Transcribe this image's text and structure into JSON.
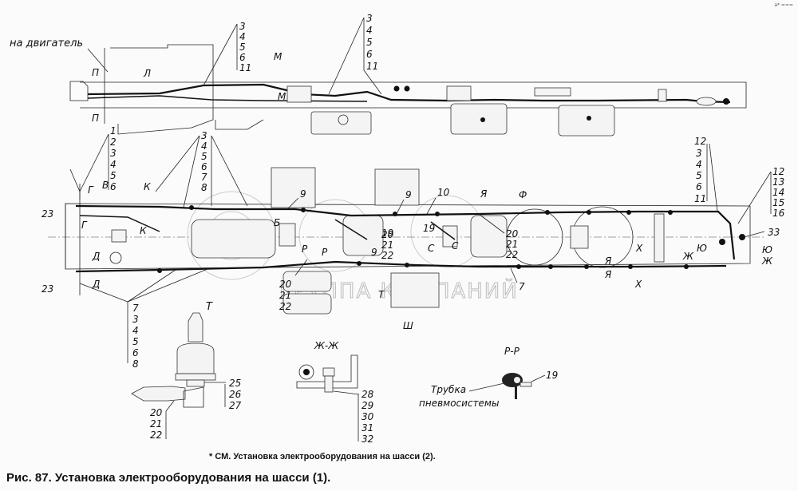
{
  "figure": {
    "caption": "Рис. 87. Установка электрооборудования на шасси (1).",
    "footnote": "* СМ. Установка электрооборудования на шасси (2).",
    "watermark": "ГРУППА КОМПАНИЙ",
    "corner_mark": "a* ==="
  },
  "top_view": {
    "engine_label": "на двигатель",
    "section_labels": [
      "П",
      "П",
      "Л",
      "М",
      "М"
    ],
    "callout_groups": [
      {
        "items": [
          "3",
          "4",
          "5",
          "6",
          "11"
        ]
      },
      {
        "items": [
          "3",
          "4",
          "5",
          "6",
          "11"
        ]
      }
    ]
  },
  "plan_view": {
    "left_numbers": [
      "23",
      "23"
    ],
    "callout_group_front": [
      "1",
      "2",
      "3",
      "4",
      "5",
      "6"
    ],
    "callout_group_mid": [
      "3",
      "4",
      "5",
      "6",
      "7",
      "8"
    ],
    "callout_group_bottom": [
      "7",
      "3",
      "4",
      "5",
      "6",
      "8"
    ],
    "callout_group_rear": [
      "12",
      "3",
      "4",
      "5",
      "6",
      "11"
    ],
    "callout_group_tail": [
      "12",
      "13",
      "14",
      "15",
      "16"
    ],
    "callout_group_left_low": [
      "20",
      "21",
      "22"
    ],
    "callout_group_center": [
      "20",
      "21",
      "22"
    ],
    "callout_group_right": [
      "20",
      "21",
      "22"
    ],
    "single_numbers": [
      "9",
      "9",
      "9",
      "10",
      "19",
      "19",
      "7",
      "33"
    ],
    "section_letters": [
      "Г",
      "Г",
      "В",
      "К",
      "К",
      "Д",
      "Д",
      "Б",
      "Р",
      "Р",
      "С",
      "С",
      "Я",
      "Я",
      "Я",
      "Ф",
      "Х",
      "Х",
      "Ж",
      "Ж",
      "Ю",
      "Ю",
      "Т",
      "Ш"
    ]
  },
  "detail_T": {
    "title": "Т",
    "callouts_right": [
      "25",
      "26",
      "27"
    ],
    "callouts_bottom": [
      "20",
      "21",
      "22"
    ]
  },
  "detail_ZhZh": {
    "title": "Ж-Ж",
    "callouts": [
      "28",
      "29",
      "30",
      "31",
      "32"
    ]
  },
  "detail_RR": {
    "title": "Р-Р",
    "label_line1": "Трубка",
    "label_line2": "пневмосистемы",
    "callout": "19"
  }
}
